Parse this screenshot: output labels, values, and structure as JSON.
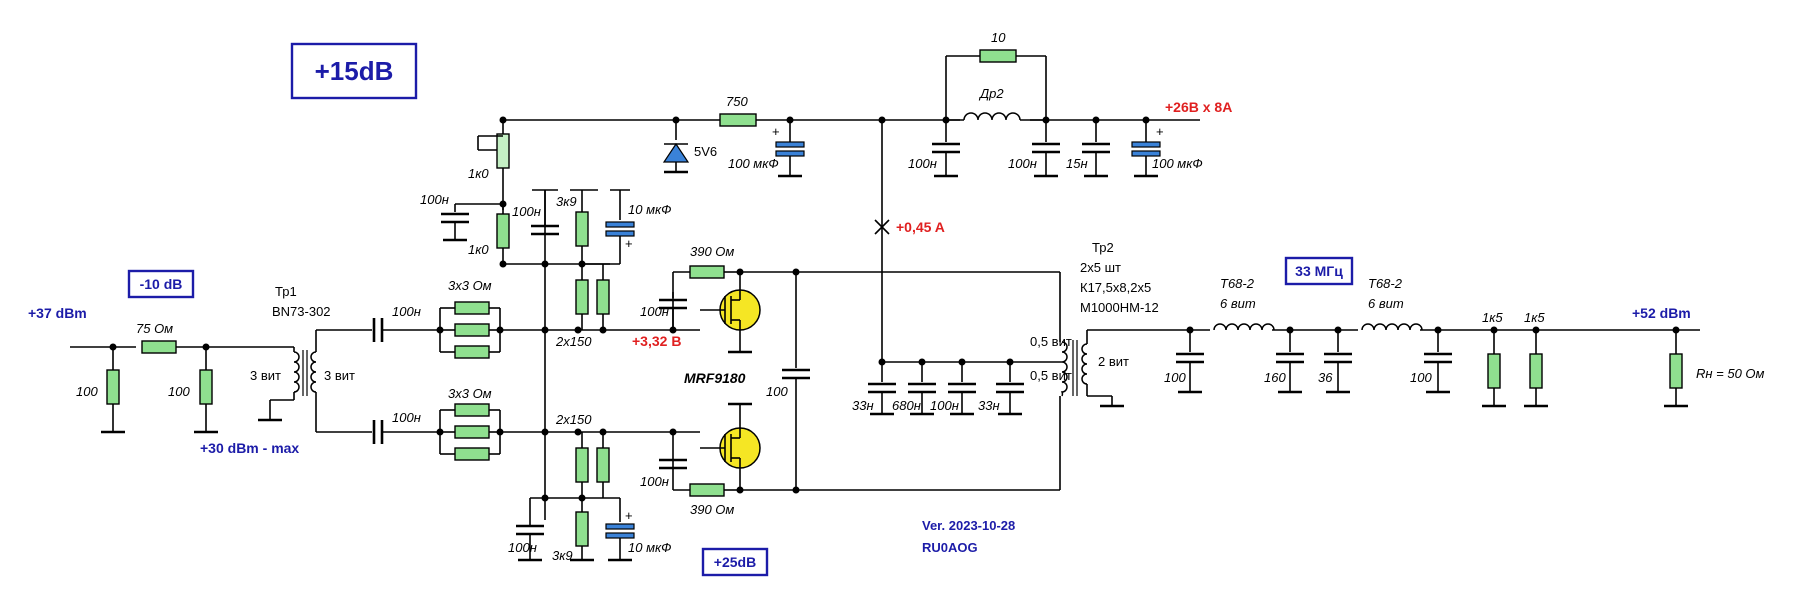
{
  "title_gain": "+15dB",
  "gain_in": "-10 dB",
  "gain_bottom": "+25dB",
  "freq": "33 МГц",
  "in_power": "+37 dBm",
  "in_max": "+30 dBm - max",
  "out_power": "+52 dBm",
  "supply": "+26В x 8А",
  "current": "+0,45 A",
  "bias": "+3,32 В",
  "version": "Ver. 2023-10-28",
  "author": "RU0AOG",
  "transistor": "MRF9180",
  "tr1": {
    "name": "Тр1",
    "core": "BN73-302",
    "w1": "3 вит",
    "w2": "3 вит"
  },
  "tr2": {
    "name": "Тр2",
    "l1": "2х5 шт",
    "l2": "К17,5х8,2х5",
    "l3": "М1000НМ-12",
    "wa": "0,5 вит",
    "wb": "0,5 вит",
    "wc": "2 вит"
  },
  "labels": {
    "r75": "75 Ом",
    "r100a": "100",
    "r100b": "100",
    "r750": "750",
    "r10": "10",
    "dr2": "Др2",
    "zener": "5V6",
    "c100mkf": "100 мкФ",
    "c100n_a": "100н",
    "c100n_b": "100н",
    "c15n": "15н",
    "c100mkf2": "100 мкФ",
    "r1k0a": "1к0",
    "r1k0b": "1к0",
    "c100n_c": "100н",
    "c100n_d": "100н",
    "r3k9": "3к9",
    "c10mkf": "10 мкФ",
    "r390a": "390 Ом",
    "c100n_e": "100н",
    "r3x3a": "3х3 Ом",
    "c100n_f": "100н",
    "r2x150a": "2х150",
    "r3x3b": "3х3 Ом",
    "c100n_g": "100н",
    "r2x150b": "2х150",
    "c100n_h": "100н",
    "r390b": "390 Ом",
    "c100n_i": "100н",
    "r3k9b": "3к9",
    "c10mkf2": "10 мкФ",
    "c100": "100",
    "c33n": "33н",
    "c680n": "680н",
    "c100n_j": "100н",
    "c33n2": "33н",
    "t68a": "T68-2",
    "t68a_w": "6 вит",
    "t68b": "T68-2",
    "t68b_w": "6 вит",
    "c100o": "100",
    "c160": "160",
    "c36": "36",
    "c100p": "100",
    "r1k5a": "1к5",
    "r1k5b": "1к5",
    "rn": "Rн = 50 Ом"
  }
}
